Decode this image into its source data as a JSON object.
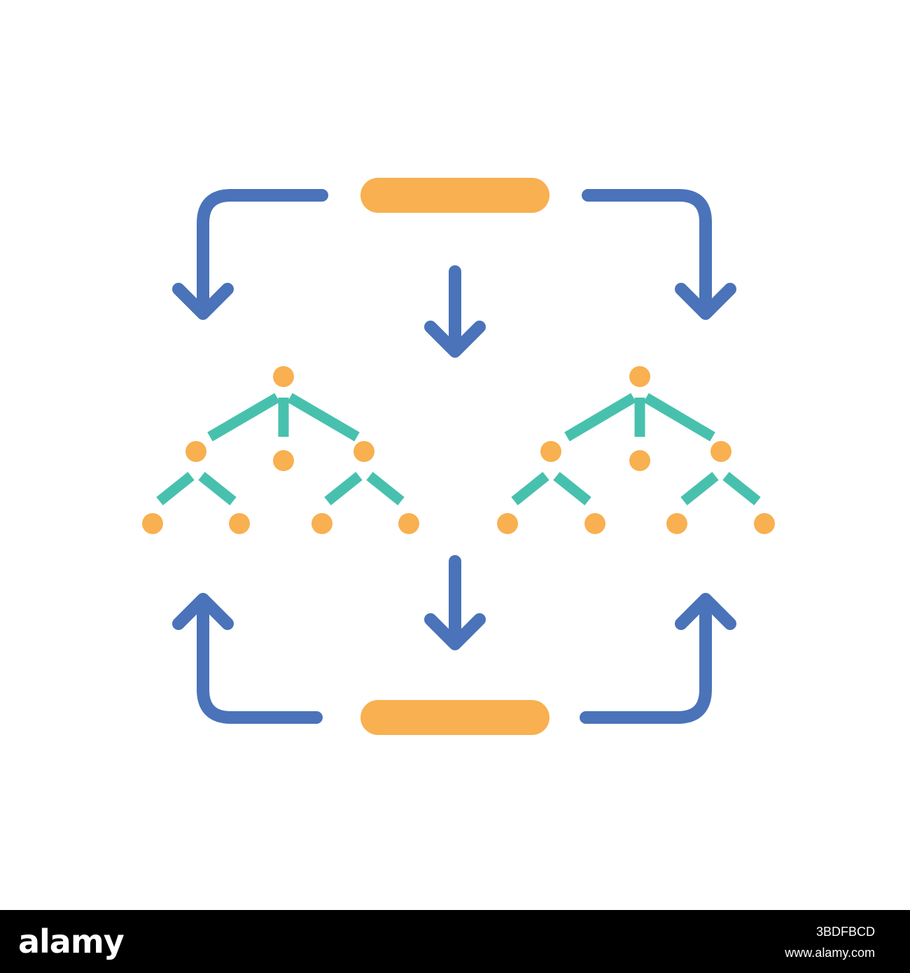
{
  "colors": {
    "flow": "#4a73b9",
    "link": "#47c1ae",
    "node": "#f8b050",
    "background": "#ffffff",
    "footer_background": "#000000",
    "footer_text": "#ffffff"
  },
  "diagram": {
    "top_block": {
      "icon": "rounded-bar"
    },
    "bottom_block": {
      "icon": "rounded-bar"
    },
    "arrows": [
      {
        "name": "top-left-elbow-arrow-icon",
        "direction": "down"
      },
      {
        "name": "top-center-arrow-icon",
        "direction": "down"
      },
      {
        "name": "top-right-elbow-arrow-icon",
        "direction": "down"
      },
      {
        "name": "bottom-center-arrow-icon",
        "direction": "down"
      },
      {
        "name": "bottom-left-elbow-arrow-icon",
        "direction": "up"
      },
      {
        "name": "bottom-right-elbow-arrow-icon",
        "direction": "up"
      }
    ],
    "hierarchy_trees": [
      {
        "name": "left-hierarchy-tree",
        "levels": [
          1,
          3,
          4
        ]
      },
      {
        "name": "right-hierarchy-tree",
        "levels": [
          1,
          3,
          4
        ]
      }
    ]
  },
  "footer": {
    "brand": "alamy",
    "image_id": "3BDFBCD",
    "url": "www.alamy.com"
  }
}
